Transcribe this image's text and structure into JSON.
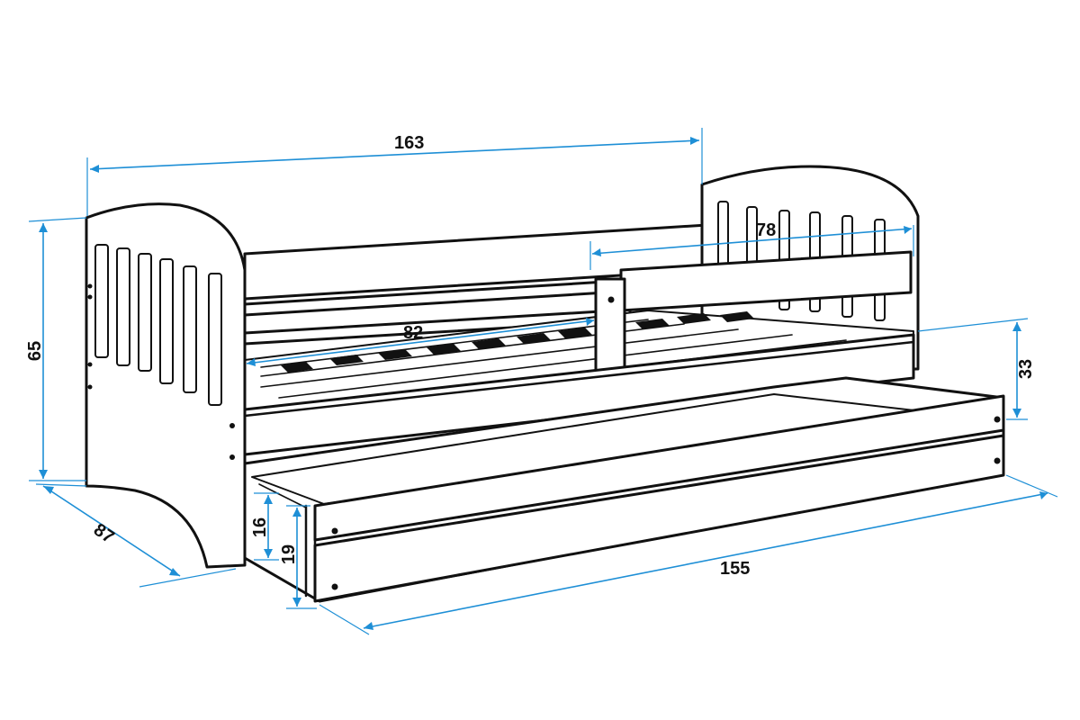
{
  "dimensions": {
    "total_length": "163",
    "height": "65",
    "depth": "87",
    "guard_length": "78",
    "mattress_opening": "82",
    "footboard_height": "33",
    "drawer_length": "155",
    "drawer_inner_height": "16",
    "drawer_height": "19"
  },
  "colors": {
    "outline": "#111111",
    "dimension_line": "#1e8fd6",
    "background": "#ffffff"
  }
}
